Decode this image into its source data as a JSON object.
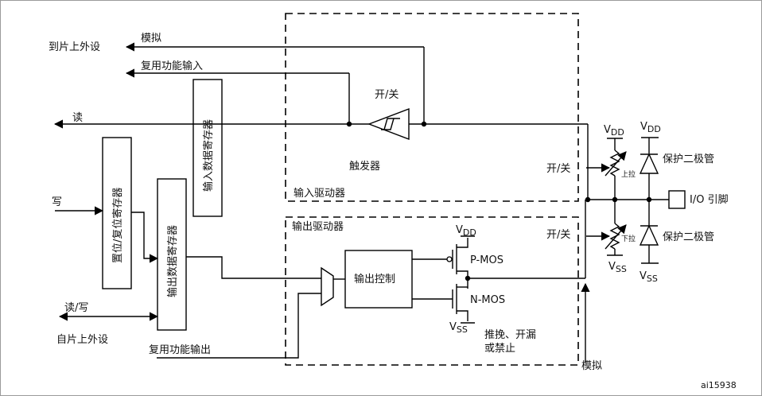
{
  "labels": {
    "to_onchip_peripheral": "到片上外设",
    "analog_top": "模拟",
    "alt_func_input": "复用功能输入",
    "read": "读",
    "write": "写",
    "read_write": "读/写",
    "from_onchip_peripheral": "自片上外设",
    "alt_func_output": "复用功能输出",
    "input_data_register": "输入数据寄存器",
    "bit_set_reset_register": "置位/复位寄存器",
    "output_data_register": "输出数据寄存器",
    "on_off_trigger": "开/关",
    "trigger": "触发器",
    "on_off_pullup": "开/关",
    "input_driver": "输入驱动器",
    "output_driver": "输出驱动器",
    "on_off_pulldown": "开/关",
    "output_control": "输出控制",
    "vdd_main": "V",
    "vdd_main_sub": "DD",
    "vss_main": "V",
    "vss_main_sub": "SS",
    "pmos": "P-MOS",
    "nmos": "N-MOS",
    "mode_line1": "推挽、开漏",
    "mode_line2": "或禁止",
    "analog_bottom": "模拟",
    "vdd_pullup": "V",
    "vdd_pullup_sub": "DD",
    "vdd_diode": "V",
    "vdd_diode_sub": "DD",
    "pullup": "上拉",
    "pulldown": "下拉",
    "protection_diode_top": "保护二极管",
    "protection_diode_bottom": "保护二极管",
    "io_pin": "I/O 引脚",
    "vss_pulldown": "V",
    "vss_pulldown_sub": "SS",
    "vss_diode": "V",
    "vss_diode_sub": "SS",
    "figure_id": "ai15938"
  }
}
